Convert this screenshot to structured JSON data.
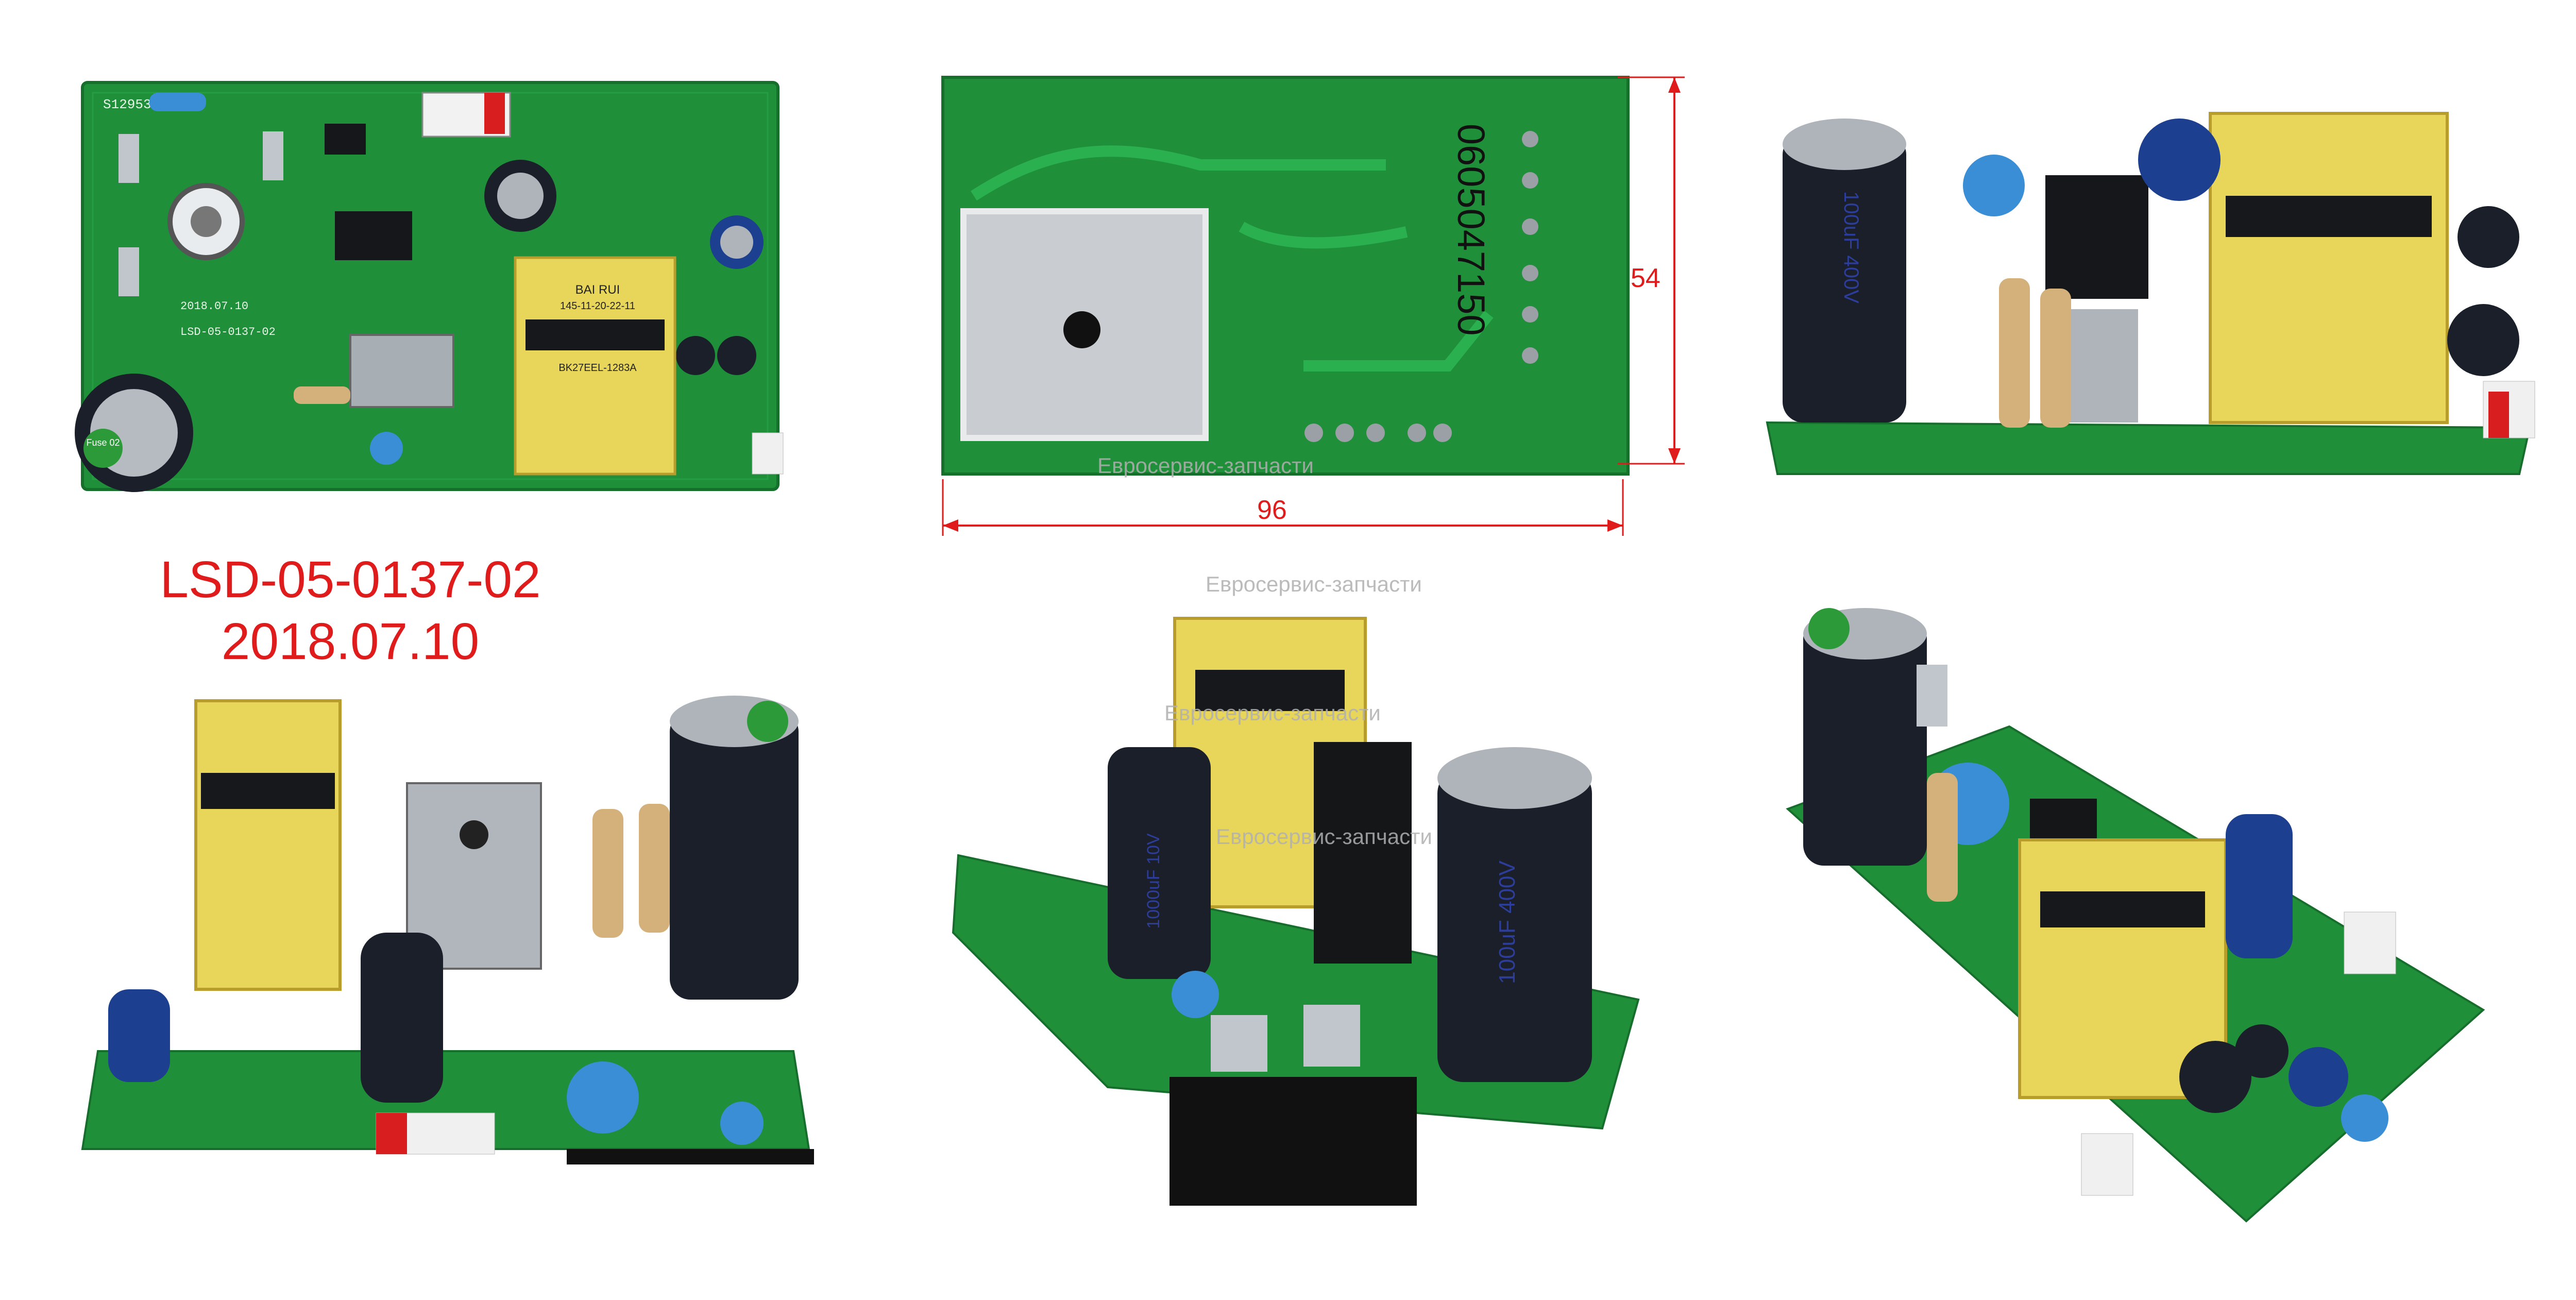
{
  "caption": {
    "model": "LSD-05-0137-02",
    "date": "2018.07.10"
  },
  "dimensions": {
    "width": "96",
    "height": "54"
  },
  "watermark": "Евросервис-запчасти",
  "board": {
    "silk_id": "S12953 LD",
    "silk_model": "LSD-05-0137-02",
    "silk_date": "2018.07.10",
    "handwriting": "0605047150",
    "fuse_label": "Fuse 02",
    "transformer_text": [
      "BAI RUI",
      "145-11-20-22-11",
      "BK27EEL-1283A"
    ],
    "capacitor_text": "100uF 400V",
    "capacitor_small_text": "1000uF 10V"
  },
  "colors": {
    "caption": "#e01b1b",
    "pcb": "#1f8f3a",
    "pcb_dark": "#176e2c",
    "transformer": "#e8d65a",
    "capacitor": "#1b1f2a"
  }
}
